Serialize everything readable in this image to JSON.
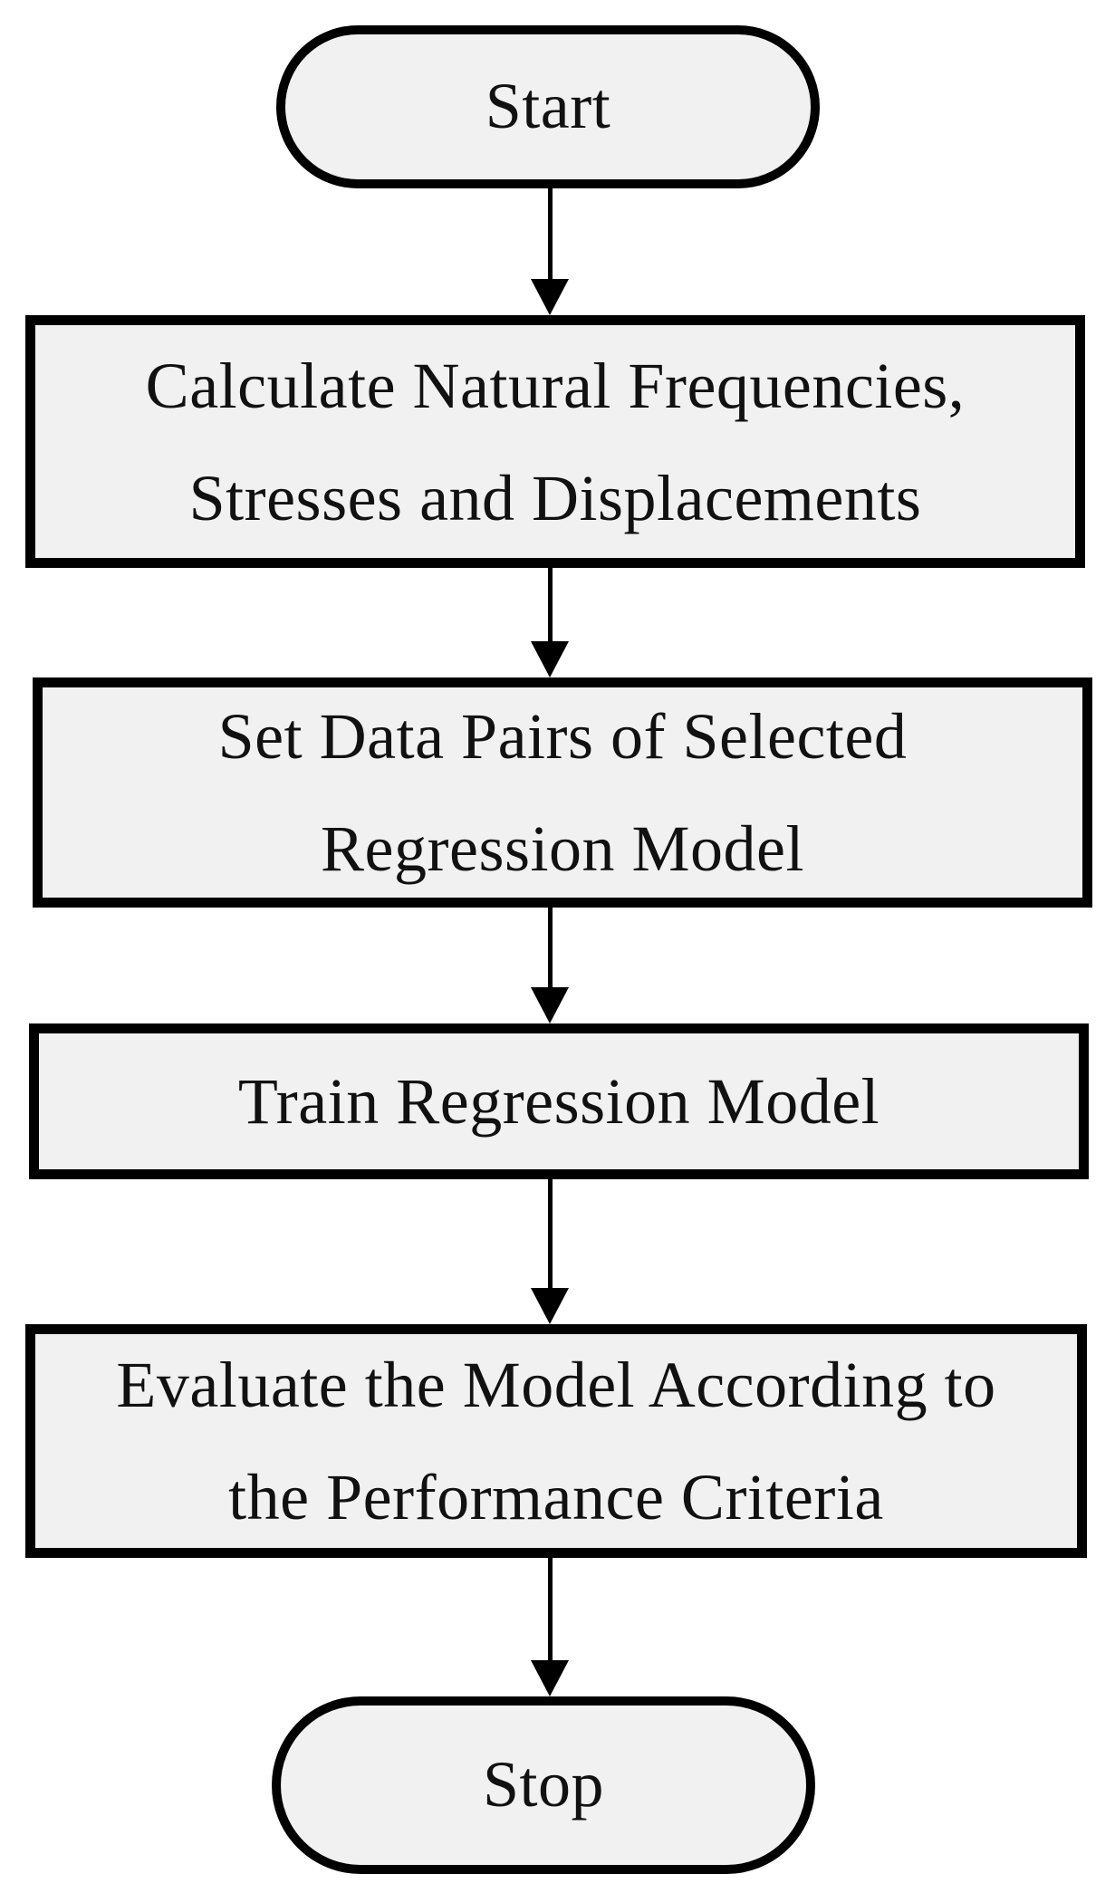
{
  "flowchart": {
    "nodes": [
      {
        "id": "start",
        "shape": "terminator",
        "lines": [
          "Start"
        ]
      },
      {
        "id": "calculate",
        "shape": "process",
        "lines": [
          "Calculate Natural Frequencies,",
          "Stresses and Displacements"
        ]
      },
      {
        "id": "set-data-pairs",
        "shape": "process",
        "lines": [
          "Set Data Pairs of Selected",
          "Regression Model"
        ]
      },
      {
        "id": "train",
        "shape": "process",
        "lines": [
          "Train Regression Model"
        ]
      },
      {
        "id": "evaluate",
        "shape": "process",
        "lines": [
          "Evaluate the Model According to",
          "the Performance Criteria"
        ]
      },
      {
        "id": "stop",
        "shape": "terminator",
        "lines": [
          "Stop"
        ]
      }
    ],
    "edges": [
      {
        "from": "start",
        "to": "calculate"
      },
      {
        "from": "calculate",
        "to": "set-data-pairs"
      },
      {
        "from": "set-data-pairs",
        "to": "train"
      },
      {
        "from": "train",
        "to": "evaluate"
      },
      {
        "from": "evaluate",
        "to": "stop"
      }
    ],
    "colors": {
      "background": "#ffffff",
      "node_fill": "#f1f1f1",
      "node_border": "#000000",
      "text": "#111111",
      "arrow": "#000000"
    }
  }
}
